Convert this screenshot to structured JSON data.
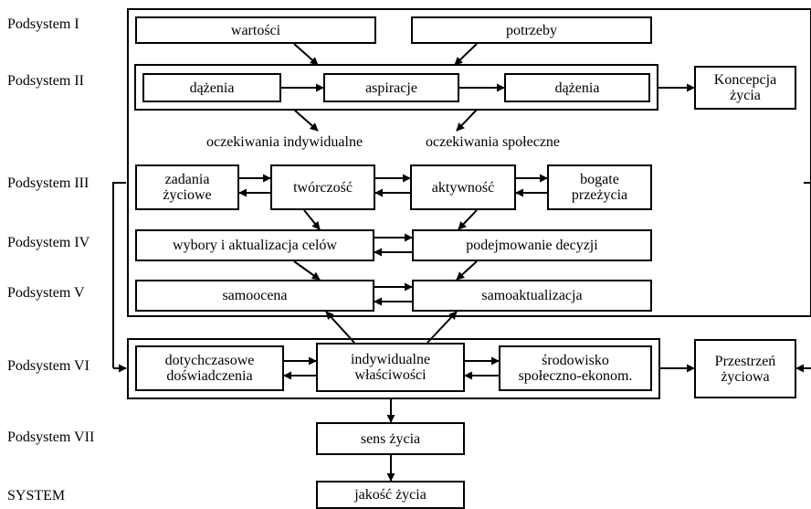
{
  "subsystem_labels": {
    "s1": "Podsystem I",
    "s2": "Podsystem II",
    "s3": "Podsystem III",
    "s4": "Podsystem IV",
    "s5": "Podsystem V",
    "s6": "Podsystem VI",
    "s7": "Podsystem VII",
    "system": "SYSTEM"
  },
  "boxes": {
    "wartosci": "wartości",
    "potrzeby": "potrzeby",
    "dazenia_left": "dążenia",
    "aspiracje": "aspiracje",
    "dazenia_right": "dążenia",
    "koncepcja": "Koncepcja\nżycia",
    "zadania": "zadania\nżyciowe",
    "tworczosc": "twórczość",
    "aktywnosc": "aktywność",
    "bogate": "bogate\nprzeżycia",
    "wybory": "wybory i aktualizacja celów",
    "decyzje": "podejmowanie decyzji",
    "samoocena": "samoocena",
    "samoaktualizacja": "samoaktualizacja",
    "doswiadczenia": "dotychczasowe\ndoświadczenia",
    "wlasciwosci": "indywidualne\nwłaściwości",
    "srodowisko": "środowisko\nspołeczno-ekonom.",
    "przestrzen": "Przestrzeń\nżyciowa",
    "sens": "sens życia",
    "jakosc": "jakość życia"
  },
  "texts": {
    "oczekiwania_ind": "oczekiwania indywidualne",
    "oczekiwania_spol": "oczekiwania społeczne"
  }
}
